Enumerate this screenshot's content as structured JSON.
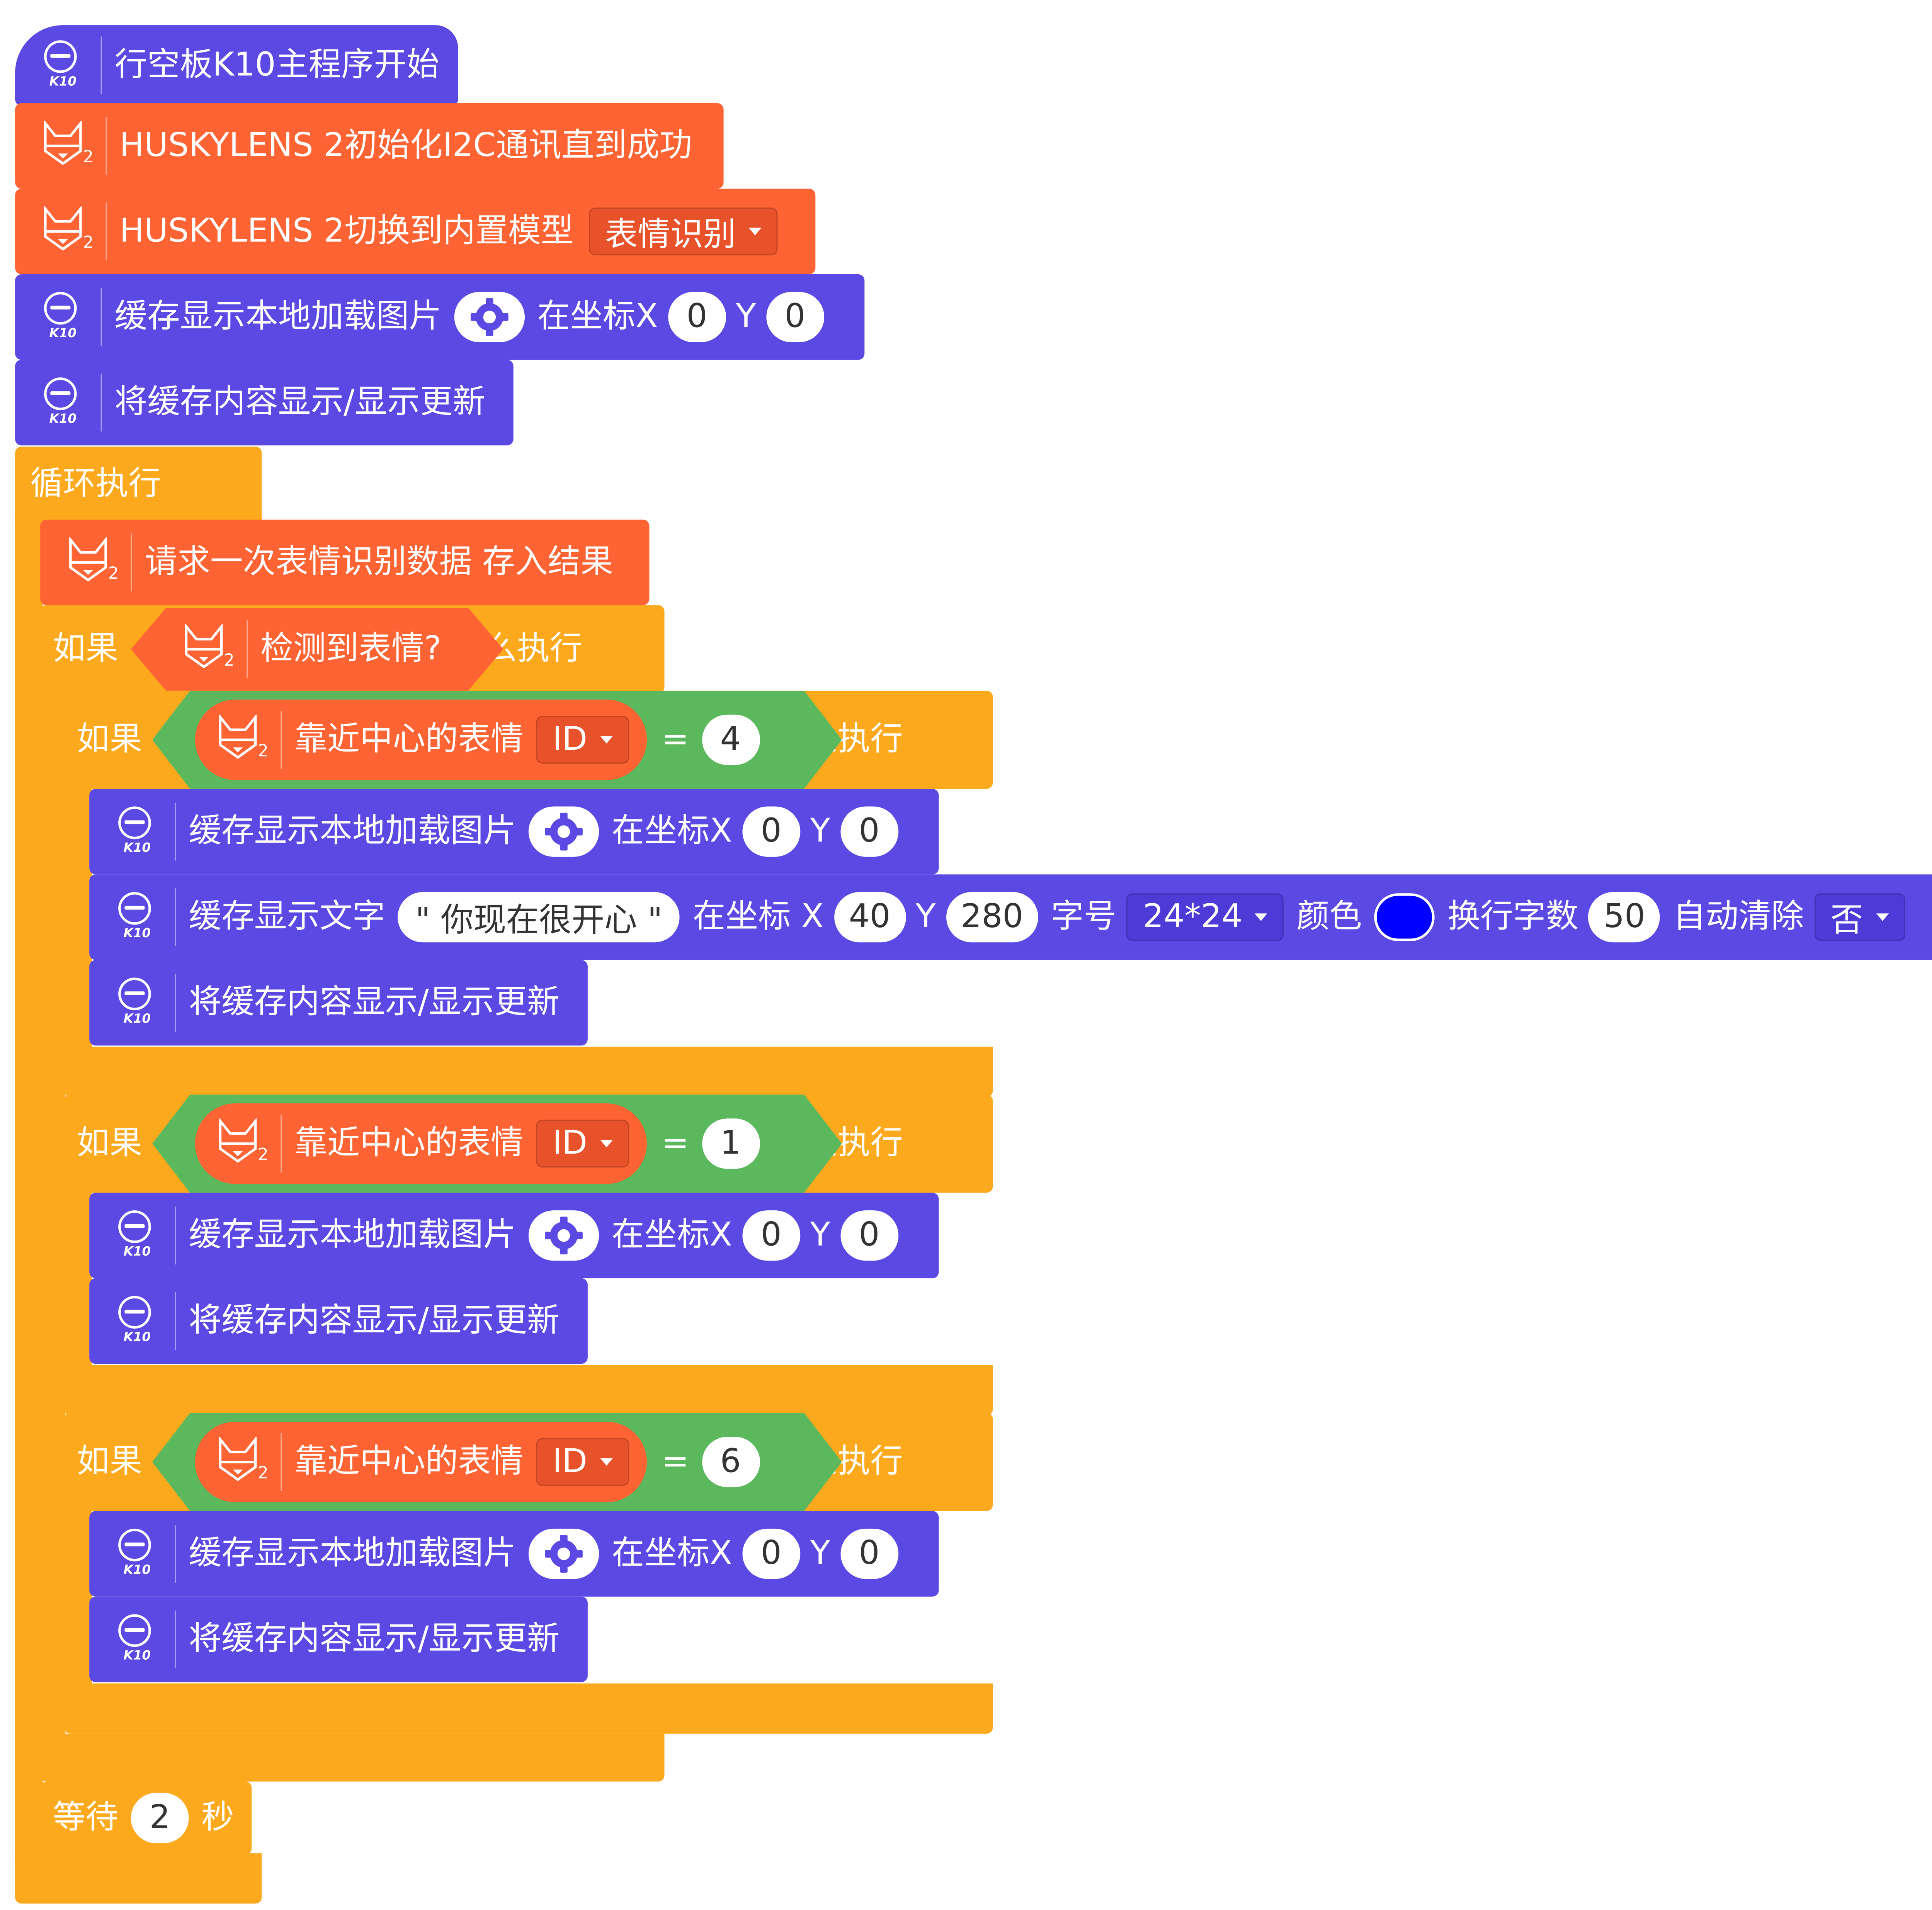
{
  "blocks": {
    "main_start": {
      "label": "行空板K10主程序开始",
      "badge": "K10"
    },
    "husky_init": {
      "label": "HUSKYLENS 2初始化I2C通讯直到成功",
      "badge": "2"
    },
    "husky_switch": {
      "label": "HUSKYLENS 2切换到内置模型",
      "model": "表情识别"
    },
    "show_image_1": {
      "label": "缓存显示本地加载图片",
      "coord": "在坐标X",
      "x": "0",
      "y_label": "Y",
      "y": "0"
    },
    "update_1": {
      "label": "将缓存内容显示/显示更新"
    },
    "loop": {
      "label": "循环执行"
    },
    "request": {
      "label": "请求一次表情识别数据 存入结果"
    },
    "if_outer": {
      "if_label": "如果",
      "cond": "检测到表情?",
      "then": "那么执行"
    },
    "if_a": {
      "if_label": "如果",
      "cond": "靠近中心的表情",
      "field": "ID",
      "eq": "=",
      "value": "4",
      "then": "那么执行"
    },
    "a_image": {
      "label": "缓存显示本地加载图片",
      "coord": "在坐标X",
      "x": "0",
      "y_label": "Y",
      "y": "0"
    },
    "a_text": {
      "label": "缓存显示文字",
      "text": "\" 你现在很开心 \"",
      "coord": "在坐标 X",
      "x": "40",
      "y_label": "Y",
      "y": "280",
      "size_label": "字号",
      "size": "24*24",
      "color_label": "颜色",
      "color": "#0000ff",
      "wrap_label": "换行字数",
      "wrap": "50",
      "clear_label": "自动清除",
      "clear": "否"
    },
    "a_update": {
      "label": "将缓存内容显示/显示更新"
    },
    "if_b": {
      "if_label": "如果",
      "cond": "靠近中心的表情",
      "field": "ID",
      "eq": "=",
      "value": "1",
      "then": "那么执行"
    },
    "b_image": {
      "label": "缓存显示本地加载图片",
      "coord": "在坐标X",
      "x": "0",
      "y_label": "Y",
      "y": "0"
    },
    "b_update": {
      "label": "将缓存内容显示/显示更新"
    },
    "if_c": {
      "if_label": "如果",
      "cond": "靠近中心的表情",
      "field": "ID",
      "eq": "=",
      "value": "6",
      "then": "那么执行"
    },
    "c_image": {
      "label": "缓存显示本地加载图片",
      "coord": "在坐标X",
      "x": "0",
      "y_label": "Y",
      "y": "0"
    },
    "c_update": {
      "label": "将缓存内容显示/显示更新"
    },
    "wait": {
      "label": "等待",
      "value": "2",
      "unit": "秒"
    }
  },
  "colors": {
    "purple": "#5b49e4",
    "red": "#fe6433",
    "yellow": "#fda91d",
    "green": "#5cb85c"
  },
  "icons": {
    "k10": "k10-board-icon",
    "husky": "huskylens-fox-icon",
    "gear": "gear-icon",
    "dropdown": "chevron-down-icon"
  }
}
